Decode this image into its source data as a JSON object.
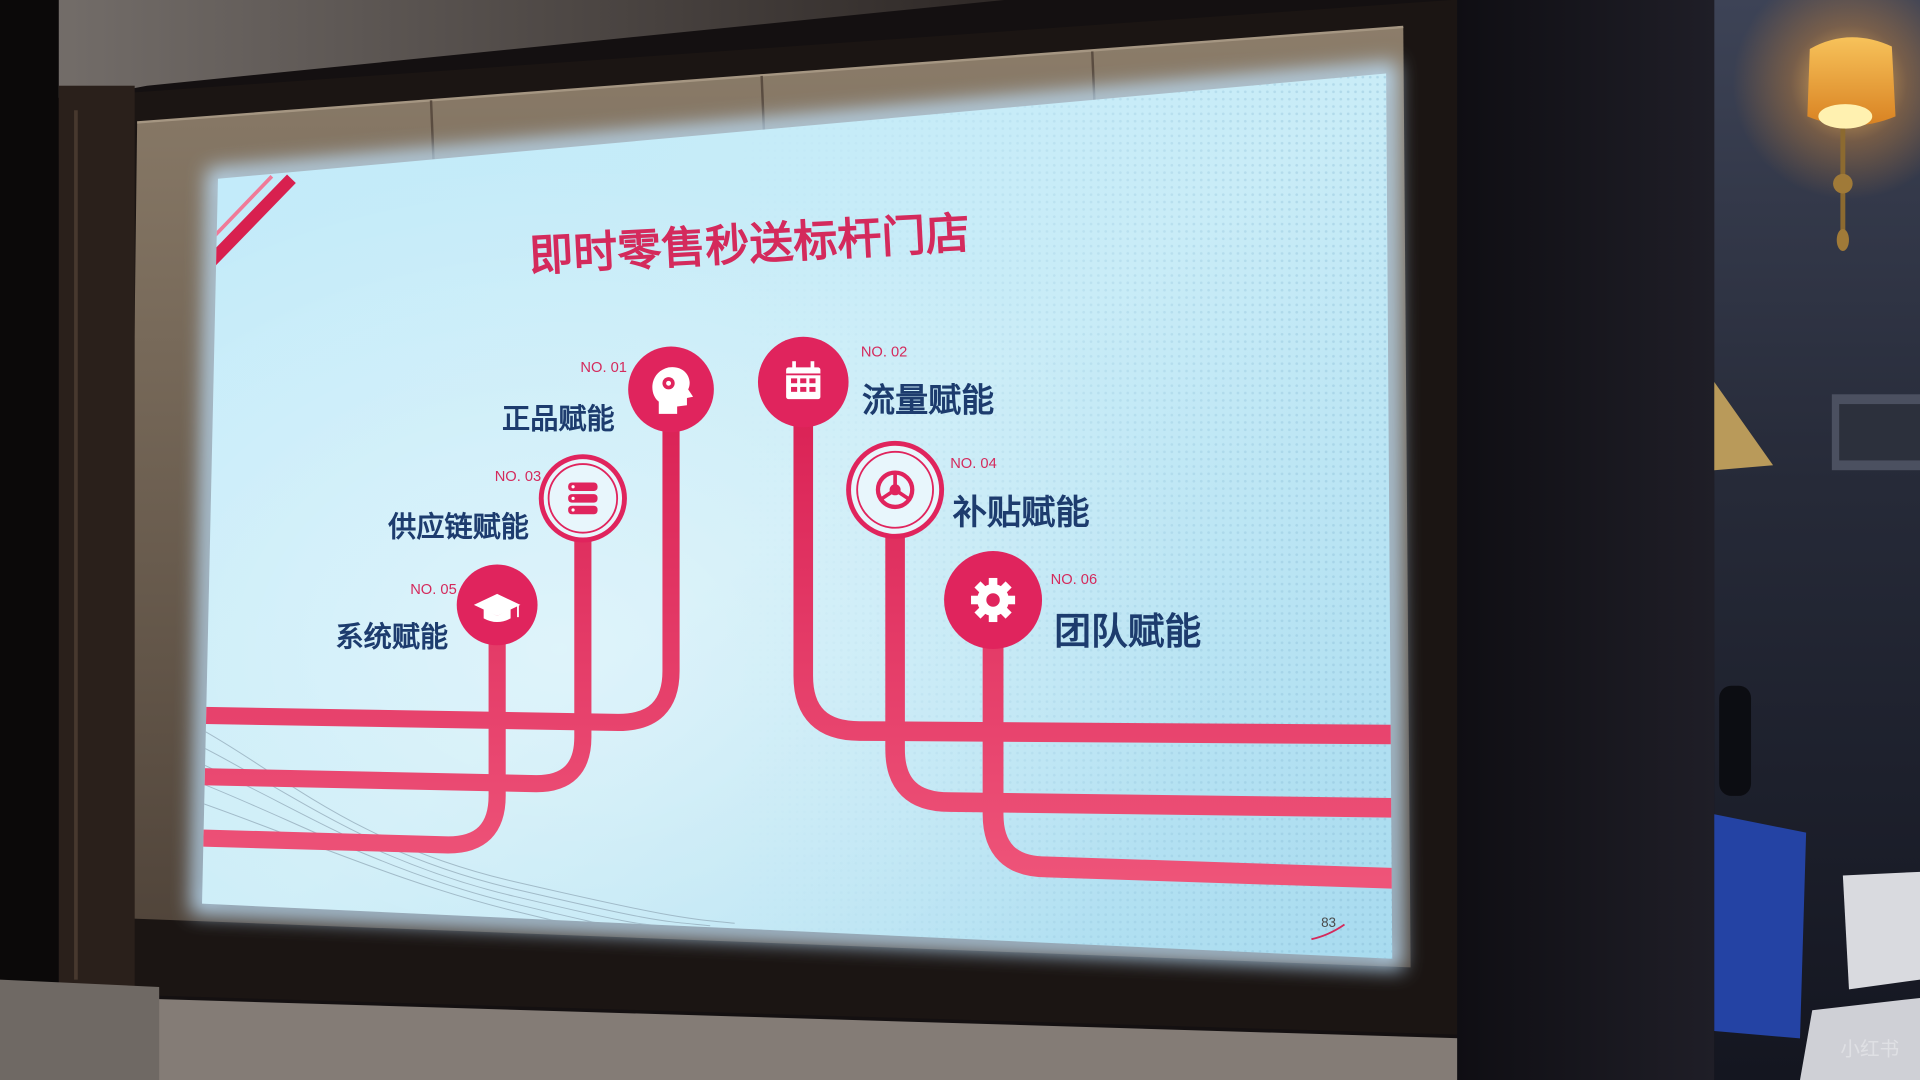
{
  "slide": {
    "title": "即时零售秒送标杆门店",
    "page_number": "83",
    "items": [
      {
        "no": "NO. 01",
        "label": "正品赋能",
        "icon": "head-gear-icon"
      },
      {
        "no": "NO. 02",
        "label": "流量赋能",
        "icon": "calendar-icon"
      },
      {
        "no": "NO. 03",
        "label": "供应链赋能",
        "icon": "database-icon"
      },
      {
        "no": "NO. 04",
        "label": "补贴赋能",
        "icon": "steering-wheel-icon"
      },
      {
        "no": "NO. 05",
        "label": "系统赋能",
        "icon": "graduation-cap-icon"
      },
      {
        "no": "NO. 06",
        "label": "团队赋能",
        "icon": "gear-icon"
      }
    ]
  },
  "colors": {
    "accent": "#e0245d",
    "label_text": "#1d3c6e",
    "slide_background": "#c4ecfa",
    "lamp_glow": "#ffd77a"
  },
  "watermark": "小红书"
}
